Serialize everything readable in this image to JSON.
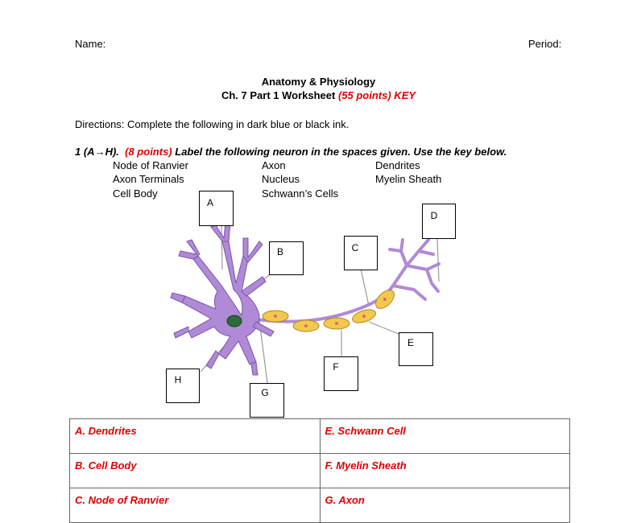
{
  "header": {
    "name_label": "Name:",
    "period_label": "Period:"
  },
  "title": {
    "line1": "Anatomy & Physiology",
    "line2_prefix": "Ch. 7 Part 1 Worksheet ",
    "line2_points": "(55 points)",
    "line2_suffix": " KEY"
  },
  "directions": "Directions: Complete the following in dark blue or black ink.",
  "question": {
    "number_prefix": "1 (A",
    "arrow": "→",
    "number_suffix": "H).",
    "points": "(8 points)",
    "prompt": "Label the following neuron in the spaces given. Use the key below."
  },
  "word_key": [
    [
      "Node of Ranvier",
      "Axon",
      "Dendrites"
    ],
    [
      "Axon Terminals",
      "Nucleus",
      "Myelin Sheath"
    ],
    [
      "Cell Body",
      "Schwann’s Cells",
      ""
    ]
  ],
  "diagram_labels": {
    "A": "A",
    "B": "B",
    "C": "C",
    "D": "D",
    "E": "E",
    "F": "F",
    "G": "G",
    "H": "H"
  },
  "answers": [
    [
      "A.  Dendrites",
      "E.  Schwann Cell"
    ],
    [
      "B.  Cell Body",
      "F.  Myelin Sheath"
    ],
    [
      "C.  Node of Ranvier",
      "G.  Axon"
    ]
  ],
  "colors": {
    "accent_red": "#e00000",
    "neuron_purple": "#b08ad6",
    "myelin_yellow": "#f2c94c",
    "nucleus_green": "#2e6b3a"
  }
}
